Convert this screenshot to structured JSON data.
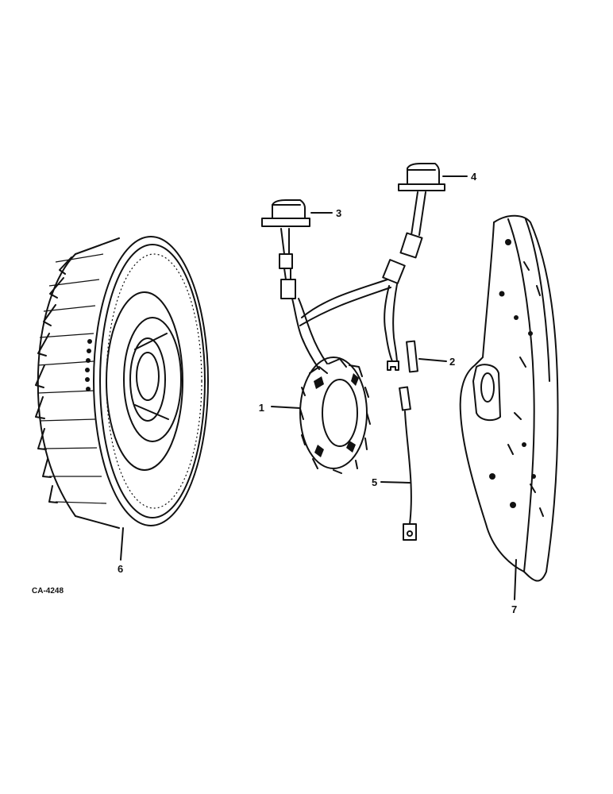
{
  "drawing_code": "CA-4248",
  "callouts": [
    {
      "id": "1",
      "text": "1"
    },
    {
      "id": "2",
      "text": "2"
    },
    {
      "id": "3",
      "text": "3"
    },
    {
      "id": "4",
      "text": "4"
    },
    {
      "id": "5",
      "text": "5"
    },
    {
      "id": "6",
      "text": "6"
    },
    {
      "id": "7",
      "text": "7"
    }
  ]
}
